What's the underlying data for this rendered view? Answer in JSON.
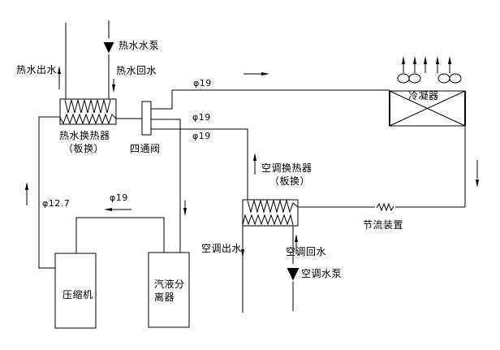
{
  "diagram": {
    "kind": "heat-pump-air-conditioner-system-schematic",
    "labels": {
      "hot_water_outlet": "热水出水",
      "hot_water_pump": "热水水泵",
      "hot_water_return": "热水回水",
      "hot_water_hx_line1": "热水换热器",
      "hot_water_hx_line2": "（板换）",
      "four_way_valve": "四通阀",
      "condenser": "冷凝器",
      "ac_hx_line1": "空调换热器",
      "ac_hx_line2": "（板换）",
      "throttle_device": "节流装置",
      "ac_outlet": "空调出水",
      "ac_return": "空调回水",
      "ac_pump": "空调水泵",
      "compressor": "压缩机",
      "separator_line1": "汽液分",
      "separator_line2": "离器"
    },
    "pipe_sizes": {
      "phi19": "φ19",
      "phi12_7": "φ12.7"
    },
    "colors": {
      "line": "#000000",
      "background": "#ffffff"
    }
  }
}
